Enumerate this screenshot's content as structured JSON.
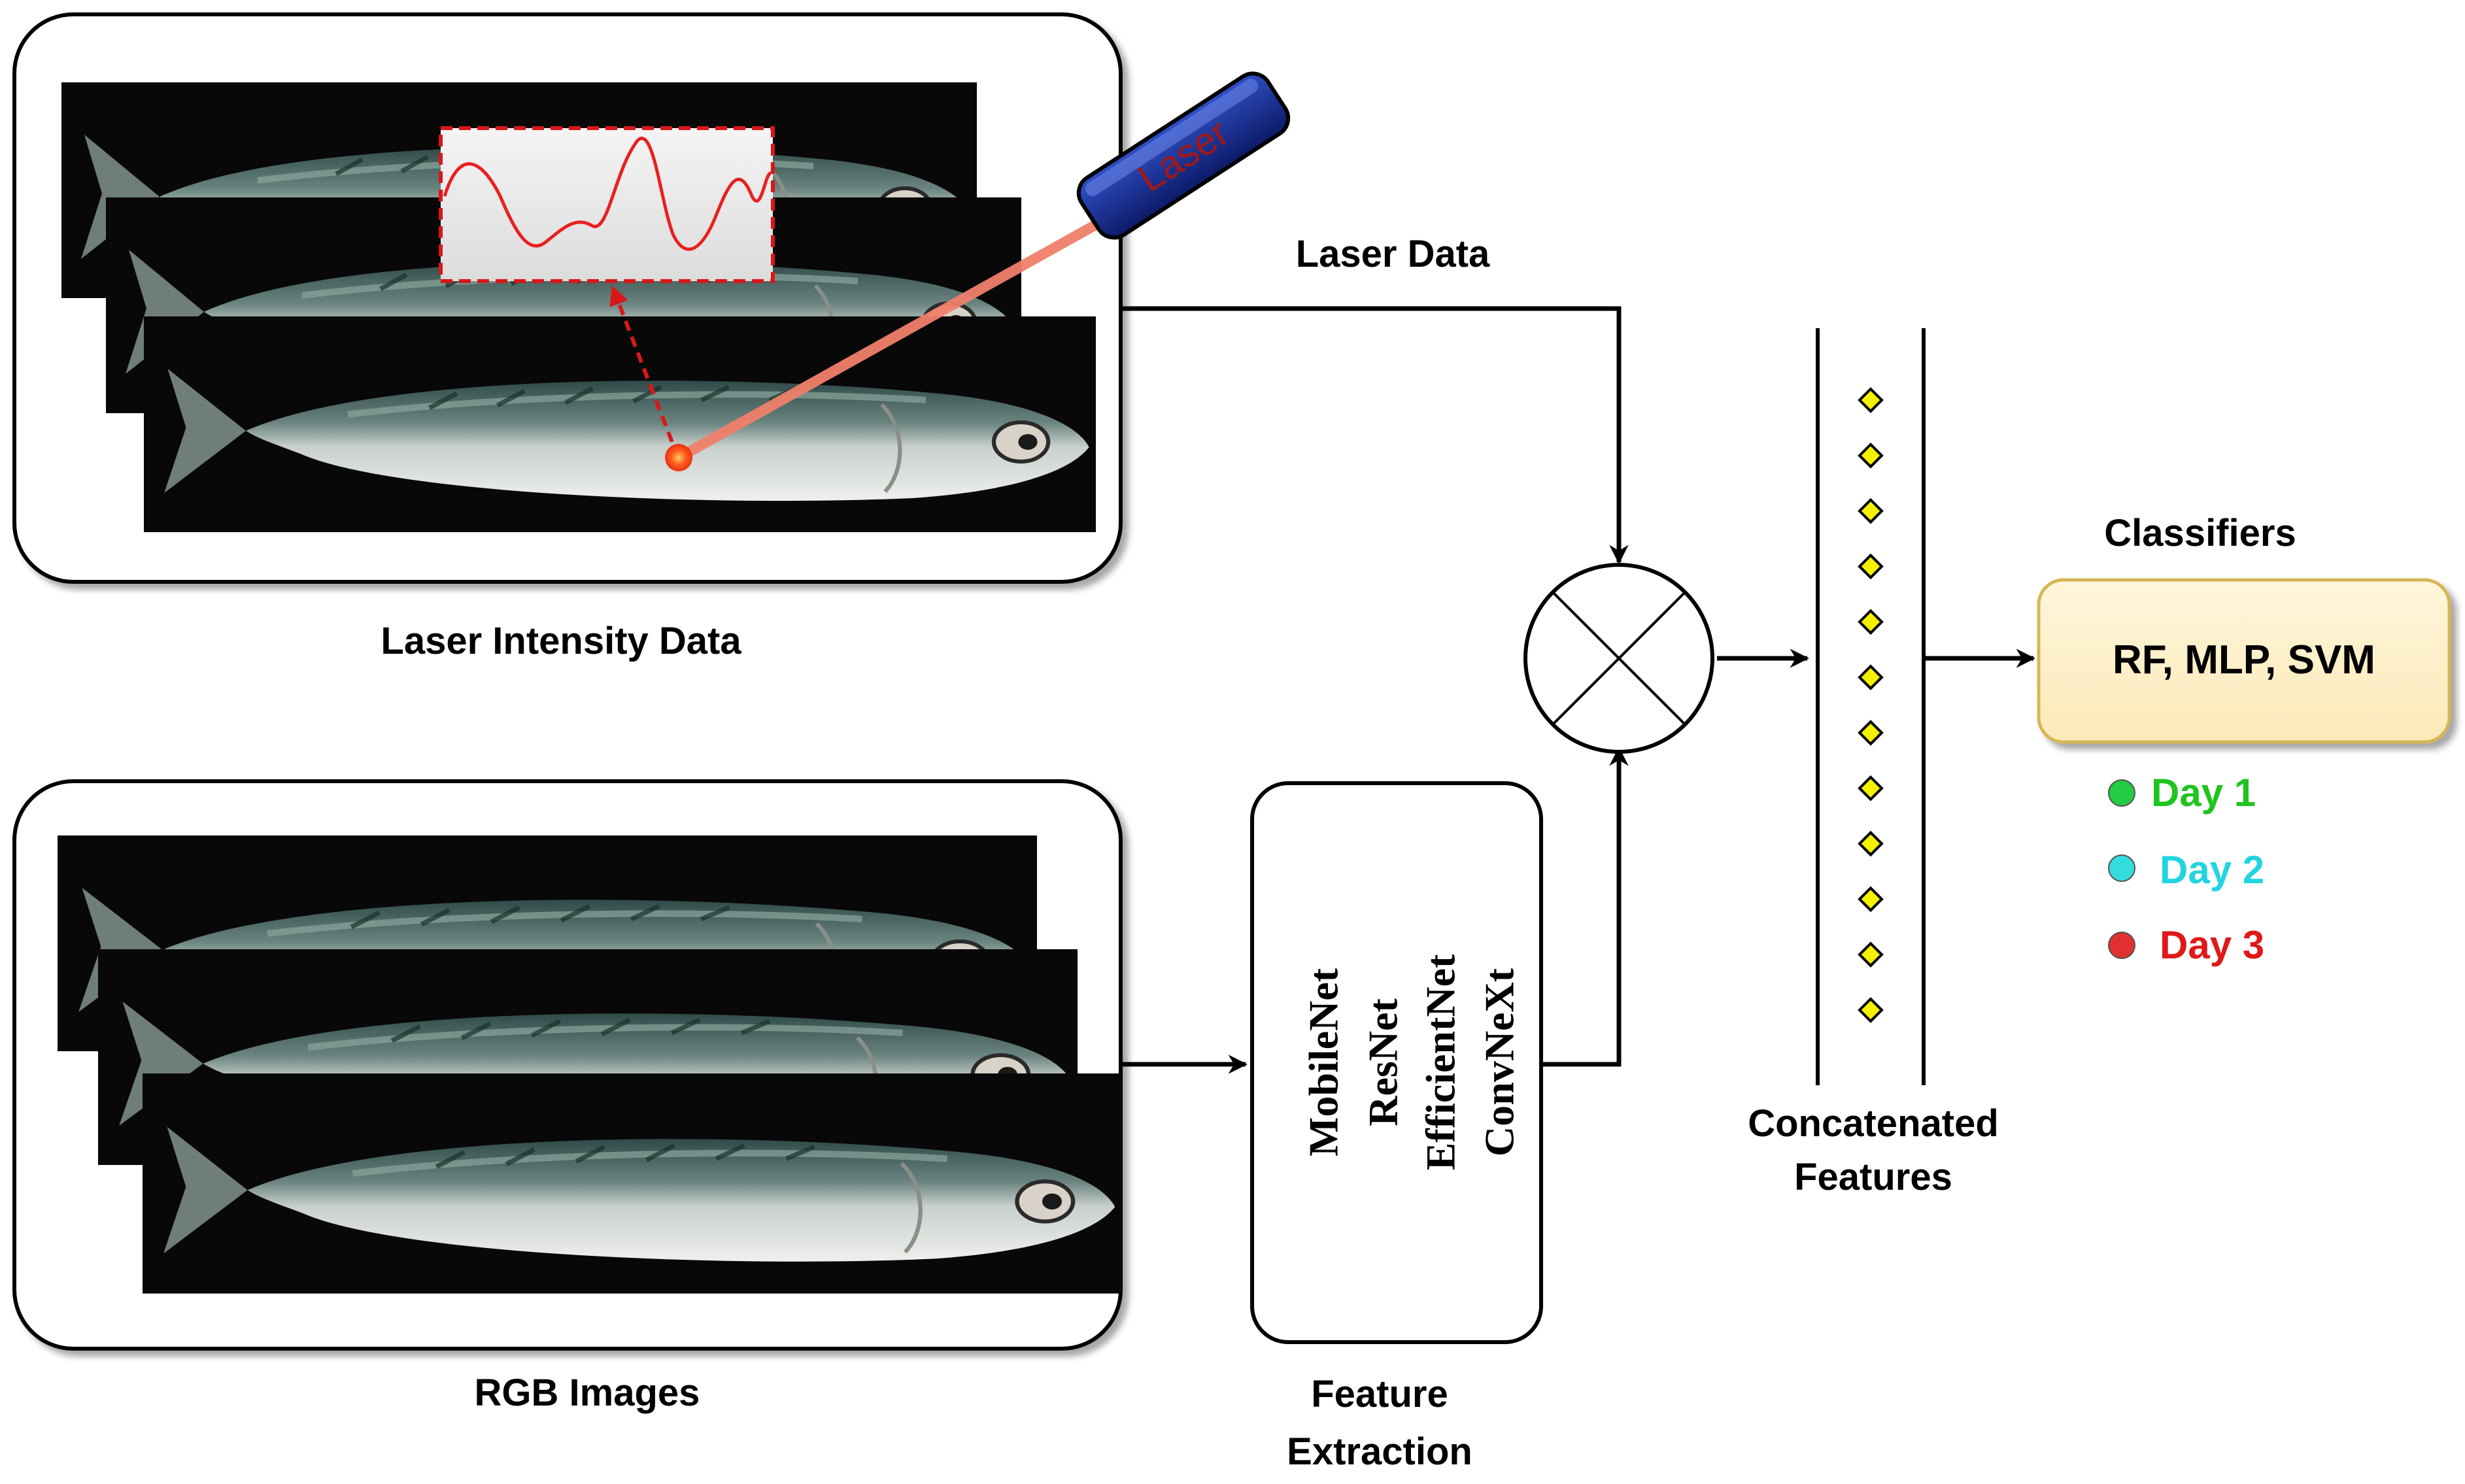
{
  "laser_panel": {
    "caption": "Laser Intensity Data",
    "device_label": "Laser"
  },
  "rgb_panel": {
    "caption": "RGB Images"
  },
  "edges": {
    "laser_data_label": "Laser Data"
  },
  "feature_extraction": {
    "models": [
      "MobileNet",
      "ResNet",
      "EfficientNet",
      "ConvNeXt"
    ],
    "caption_line1": "Feature",
    "caption_line2": "Extraction"
  },
  "concatenated": {
    "caption_line1": "Concatenated",
    "caption_line2": "Features",
    "feature_count": 12
  },
  "classifiers": {
    "title": "Classifiers",
    "text": "RF, MLP, SVM",
    "legend": [
      {
        "label": "Day 1",
        "color": "#1fc41f",
        "dot": "#22cc44"
      },
      {
        "label": "Day 2",
        "color": "#22d4e0",
        "dot": "#33dddd"
      },
      {
        "label": "Day 3",
        "color": "#e01818",
        "dot": "#e03030"
      }
    ]
  },
  "colors": {
    "classifier_fill": "#fdf0cc",
    "classifier_stroke": "#d6b656",
    "feature_diamond": "#f3f000",
    "laser_beam": "#f0806a",
    "laser_device": "#1a2f8c",
    "curve": "#e82020"
  }
}
